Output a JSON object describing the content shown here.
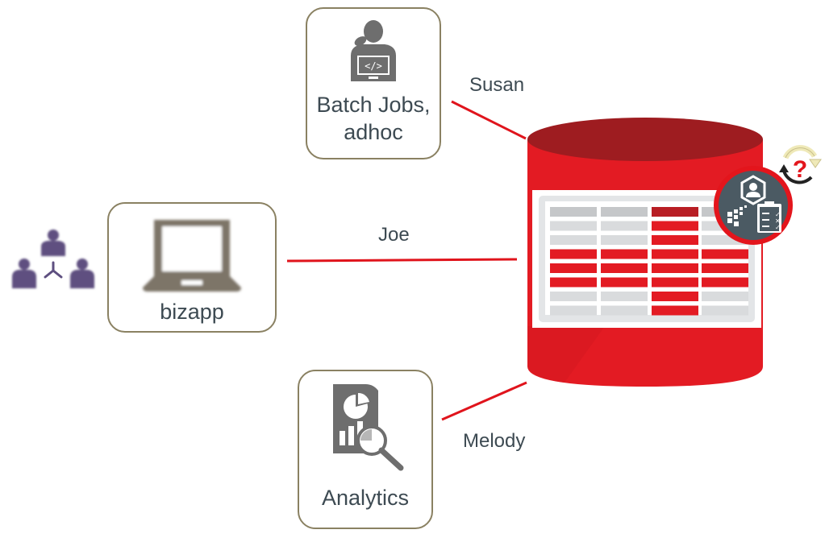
{
  "diagram": {
    "nodes": {
      "batch": {
        "label_line1": "Batch Jobs,",
        "label_line2": "adhoc",
        "icon": "developer-at-computer-icon"
      },
      "bizapp": {
        "label": "bizapp",
        "icon": "laptop-icon"
      },
      "analytics": {
        "label": "Analytics",
        "icon": "report-analysis-icon"
      },
      "users": {
        "icon": "user-network-icon"
      },
      "database": {
        "icon": "database-table-icon",
        "badge_icon": "user-privilege-analysis-icon",
        "badge_extra_icon": "question-cycle-icon"
      }
    },
    "connections": [
      {
        "from": "batch",
        "to": "database",
        "label": "Susan"
      },
      {
        "from": "bizapp",
        "to": "database",
        "label": "Joe"
      },
      {
        "from": "analytics",
        "to": "database",
        "label": "Melody"
      }
    ],
    "colors": {
      "db_red": "#e31b23",
      "db_dark_red": "#9e1c20",
      "line_red": "#e0141c",
      "box_border": "#8a8162",
      "text": "#3d4a52",
      "icon_gray": "#6e6e6e",
      "laptop_brown": "#7d7468",
      "user_purple": "#5e4f80",
      "badge_slate": "#4b5a63"
    }
  }
}
